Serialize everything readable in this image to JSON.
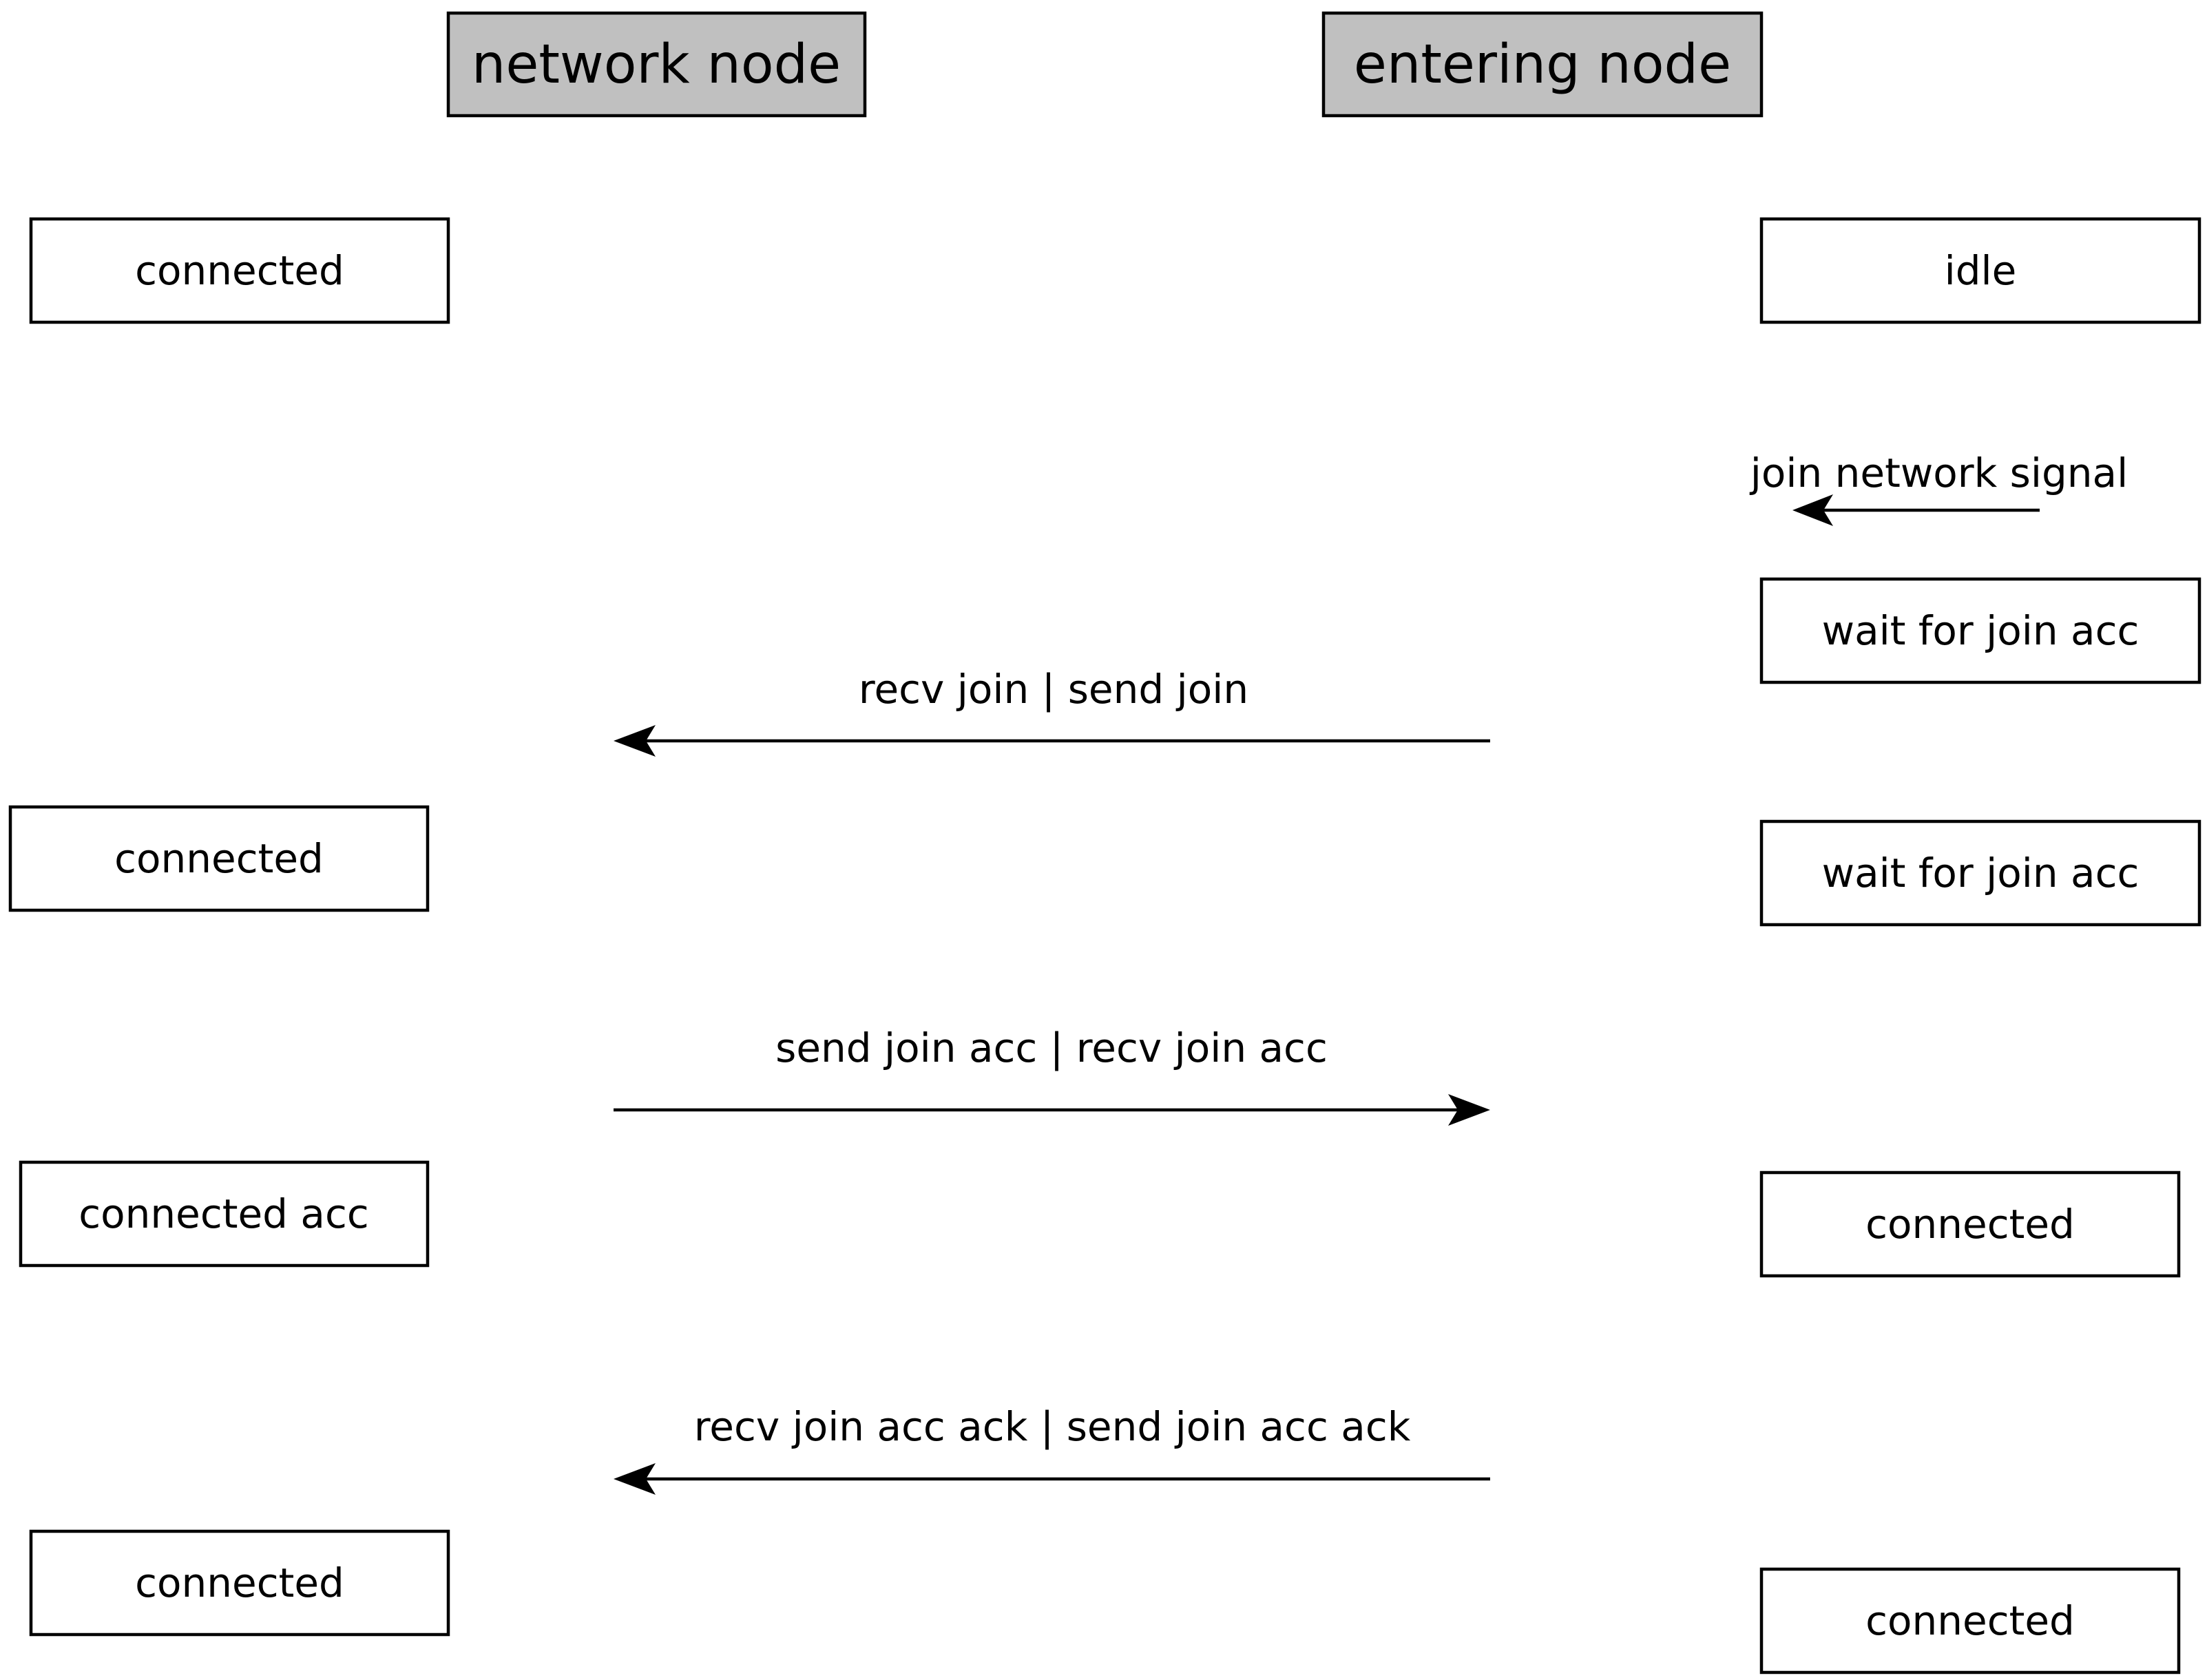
{
  "headers": {
    "network_node": "network node",
    "entering_node": "entering node"
  },
  "network_states": [
    "connected",
    "connected",
    "connected acc",
    "connected"
  ],
  "entering_states": [
    "idle",
    "wait for join acc",
    "wait for join acc",
    "connected",
    "connected"
  ],
  "signals": {
    "join_network": "join network signal"
  },
  "messages": [
    {
      "label": "recv join | send join",
      "direction": "entering-to-network"
    },
    {
      "label": "send join acc | recv join acc",
      "direction": "network-to-entering"
    },
    {
      "label": "recv join acc ack | send join acc ack",
      "direction": "entering-to-network"
    }
  ],
  "colors": {
    "header_fill": "#c0c0c0",
    "box_fill": "#ffffff",
    "stroke": "#000000"
  }
}
